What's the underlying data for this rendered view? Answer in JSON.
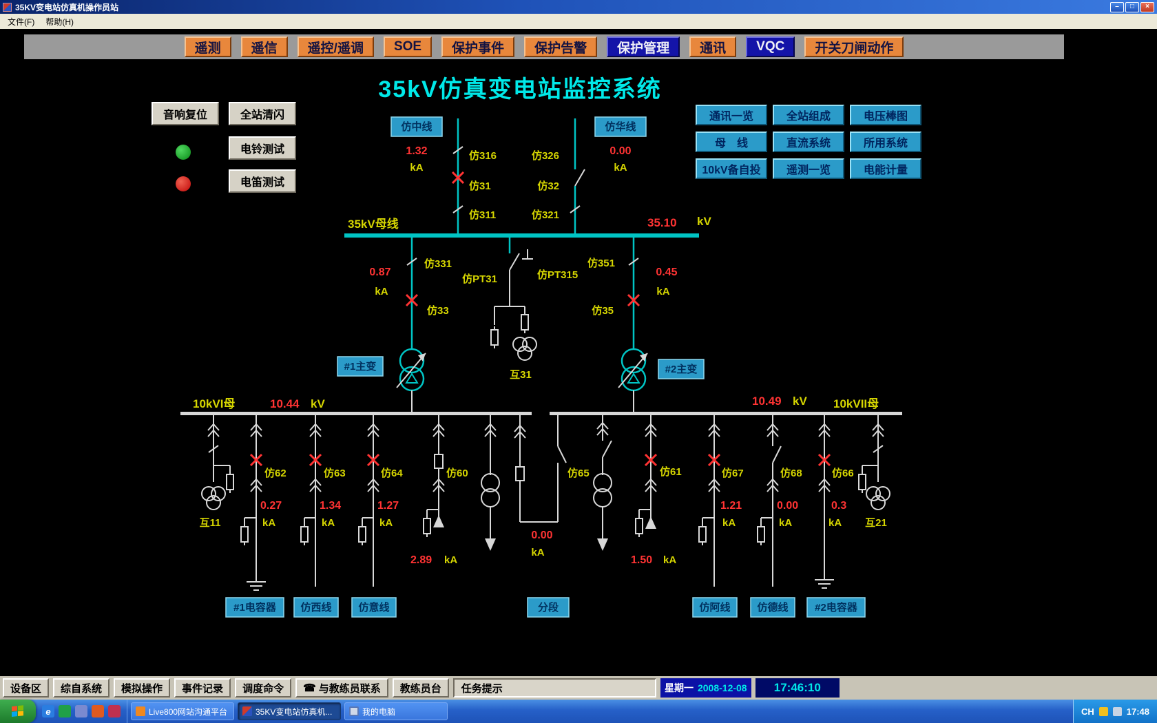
{
  "window": {
    "title": "35KV变电站仿真机操作员站",
    "menu": {
      "file": "文件(F)",
      "help": "帮助(H)"
    },
    "buttons": {
      "minimize": "–",
      "maximize": "□",
      "close": "×"
    }
  },
  "toolbar": {
    "buttons": [
      {
        "label": "遥测",
        "style": "orange"
      },
      {
        "label": "遥信",
        "style": "orange"
      },
      {
        "label": "遥控/遥调",
        "style": "orange"
      },
      {
        "label": "SOE",
        "style": "orange"
      },
      {
        "label": "保护事件",
        "style": "orange"
      },
      {
        "label": "保护告警",
        "style": "orange"
      },
      {
        "label": "保护管理",
        "style": "blue"
      },
      {
        "label": "通讯",
        "style": "orange"
      },
      {
        "label": "VQC",
        "style": "blue"
      },
      {
        "label": "开关刀闸动作",
        "style": "orange"
      }
    ]
  },
  "main_title": "35kV仿真变电站监控系统",
  "control_panel": {
    "sound_reset": "音响复位",
    "station_clear": "全站清闪",
    "bell_test": "电铃测试",
    "horn_test": "电笛测试"
  },
  "nav_panel": {
    "buttons": [
      "通讯一览",
      "全站组成",
      "电压棒图",
      "母　线",
      "直流系统",
      "所用系统",
      "10kV备自投",
      "遥测一览",
      "电能计量"
    ]
  },
  "diagram": {
    "incoming": [
      {
        "name": "仿中线",
        "current": "1.32",
        "unit": "kA",
        "switches": [
          "仿316",
          "仿31",
          "仿311"
        ]
      },
      {
        "name": "仿华线",
        "current": "0.00",
        "unit": "kA",
        "switches": [
          "仿326",
          "仿32",
          "仿321"
        ]
      }
    ],
    "bus35": {
      "name": "35kV母线",
      "voltage": "35.10",
      "unit": "kV"
    },
    "pt35": {
      "sw1": "仿PT31",
      "sw2": "仿PT315",
      "name": "互31"
    },
    "transformers": [
      {
        "name": "#1主变",
        "disconnector": "仿331",
        "current": "0.87",
        "unit": "kA",
        "breaker": "仿33"
      },
      {
        "name": "#2主变",
        "disconnector": "仿351",
        "current": "0.45",
        "unit": "kA",
        "breaker": "仿35"
      }
    ],
    "bus10": [
      {
        "name": "10kVI母",
        "voltage": "10.44",
        "unit": "kV"
      },
      {
        "name": "10kVII母",
        "voltage": "10.49",
        "unit": "kV"
      }
    ],
    "pts10": [
      "互11",
      "互21"
    ],
    "feeders": [
      {
        "sw": "仿62",
        "current": "0.27",
        "unit": "kA"
      },
      {
        "sw": "仿63",
        "current": "1.34",
        "unit": "kA"
      },
      {
        "sw": "仿64",
        "current": "1.27",
        "unit": "kA"
      },
      {
        "sw": "仿60",
        "current": "2.89",
        "unit": "kA"
      },
      {
        "sw": "仿65",
        "current": "0.00",
        "unit": "kA"
      },
      {
        "sw": "仿61",
        "current": "1.50",
        "unit": "kA"
      },
      {
        "sw": "仿67",
        "current": "1.21",
        "unit": "kA"
      },
      {
        "sw": "仿68",
        "current": "0.00",
        "unit": "kA"
      },
      {
        "sw": "仿66",
        "current": "0.3",
        "unit": "kA"
      }
    ],
    "bottom_labels": [
      "#1电容器",
      "仿西线",
      "仿意线",
      "分段",
      "仿阿线",
      "仿德线",
      "#2电容器"
    ]
  },
  "appbar": {
    "buttons": [
      "设备区",
      "综自系统",
      "模拟操作",
      "事件记录",
      "调度命令",
      "与教练员联系",
      "教练员台"
    ],
    "task_label": "任务提示",
    "weekday": "星期一",
    "date": "2008-12-08",
    "time": "17:46:10"
  },
  "taskbar": {
    "tasks": [
      "Live800网站沟通平台",
      "35KV变电站仿真机...",
      "我的电脑"
    ],
    "tray": {
      "lang": "CH",
      "time": "17:48"
    }
  },
  "colors": {
    "diagram_cyan": "#00c4c4",
    "label_yellow": "#d6d600",
    "value_red": "#ff3333",
    "box_teal": "#2b9bc9"
  }
}
